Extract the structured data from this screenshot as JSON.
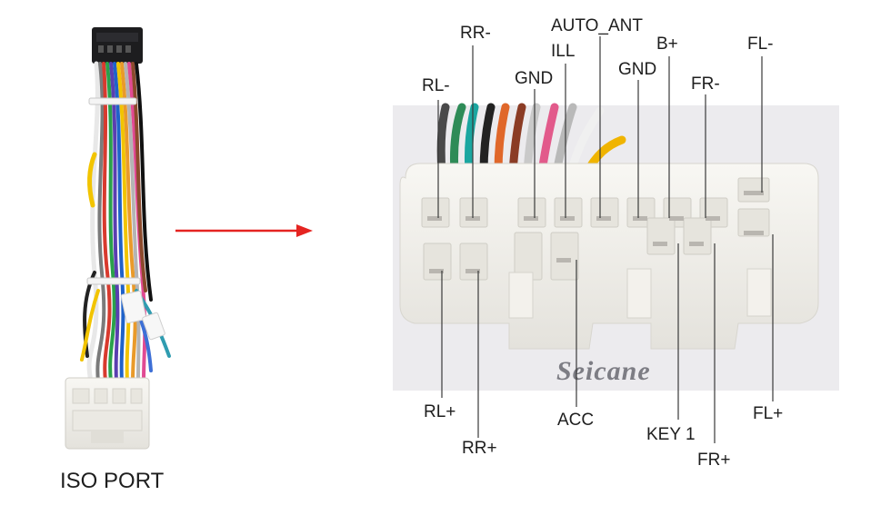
{
  "caption": "ISO PORT",
  "brand": "Seicane",
  "pins_top": [
    {
      "key": "rl_minus",
      "label": "RL-"
    },
    {
      "key": "rr_minus",
      "label": "RR-"
    },
    {
      "key": "gnd_1",
      "label": "GND"
    },
    {
      "key": "ill",
      "label": "ILL"
    },
    {
      "key": "auto_ant",
      "label": "AUTO_ANT"
    },
    {
      "key": "gnd_2",
      "label": "GND"
    },
    {
      "key": "b_plus",
      "label": "B+"
    },
    {
      "key": "fr_minus",
      "label": "FR-"
    },
    {
      "key": "fl_minus",
      "label": "FL-"
    }
  ],
  "pins_bottom": [
    {
      "key": "rl_plus",
      "label": "RL+"
    },
    {
      "key": "rr_plus",
      "label": "RR+"
    },
    {
      "key": "acc",
      "label": "ACC"
    },
    {
      "key": "key1",
      "label": "KEY 1"
    },
    {
      "key": "fr_plus",
      "label": "FR+"
    },
    {
      "key": "fl_plus",
      "label": "FL+"
    }
  ],
  "colors": {
    "arrow": "#e52421",
    "connector_body": "#f1efe9",
    "photo_bg": "#ecebee",
    "leader_line": "#3a3a3a"
  }
}
